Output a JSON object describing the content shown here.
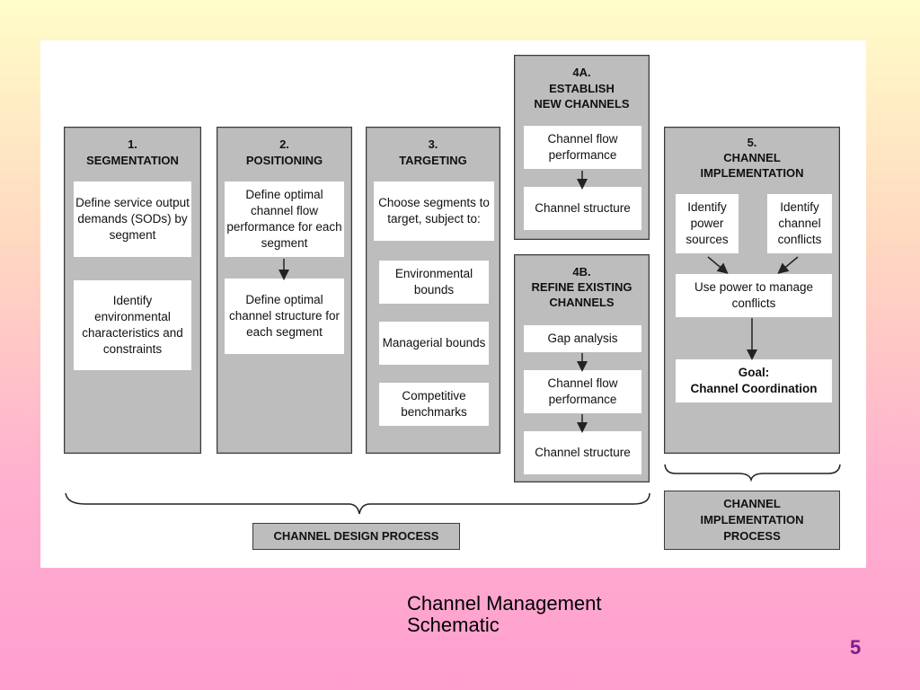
{
  "diagram": {
    "columns": {
      "segmentation": {
        "number": "1.",
        "title": "SEGMENTATION",
        "boxes": [
          "Define service output demands (SODs) by segment",
          "Identify environmental characteristics and constraints"
        ]
      },
      "positioning": {
        "number": "2.",
        "title": "POSITIONING",
        "boxes": [
          "Define optimal channel flow performance for each segment",
          "Define optimal channel structure for each segment"
        ]
      },
      "targeting": {
        "number": "3.",
        "title": "TARGETING",
        "boxes": [
          "Choose segments to target, subject to:",
          "Environmental bounds",
          "Managerial bounds",
          "Competitive benchmarks"
        ]
      },
      "establish": {
        "number": "4A.",
        "title1": "ESTABLISH",
        "title2": "NEW CHANNELS",
        "boxes": [
          "Channel flow performance",
          "Channel structure"
        ]
      },
      "refine": {
        "number": "4B.",
        "title1": "REFINE EXISTING",
        "title2": "CHANNELS",
        "boxes": [
          "Gap analysis",
          "Channel flow performance",
          "Channel structure"
        ]
      },
      "implementation": {
        "number": "5.",
        "title1": "CHANNEL",
        "title2": "IMPLEMENTATION",
        "boxes": [
          "Identify power sources",
          "Identify channel conflicts",
          "Use power to manage conflicts"
        ],
        "goal_line1": "Goal:",
        "goal_line2": "Channel Coordination"
      }
    },
    "process_labels": {
      "design": "CHANNEL DESIGN PROCESS",
      "implementation_line1": "CHANNEL",
      "implementation_line2": "IMPLEMENTATION",
      "implementation_line3": "PROCESS"
    }
  },
  "caption": {
    "line1": "Channel Management",
    "line2": "Schematic"
  },
  "page_number": "5"
}
